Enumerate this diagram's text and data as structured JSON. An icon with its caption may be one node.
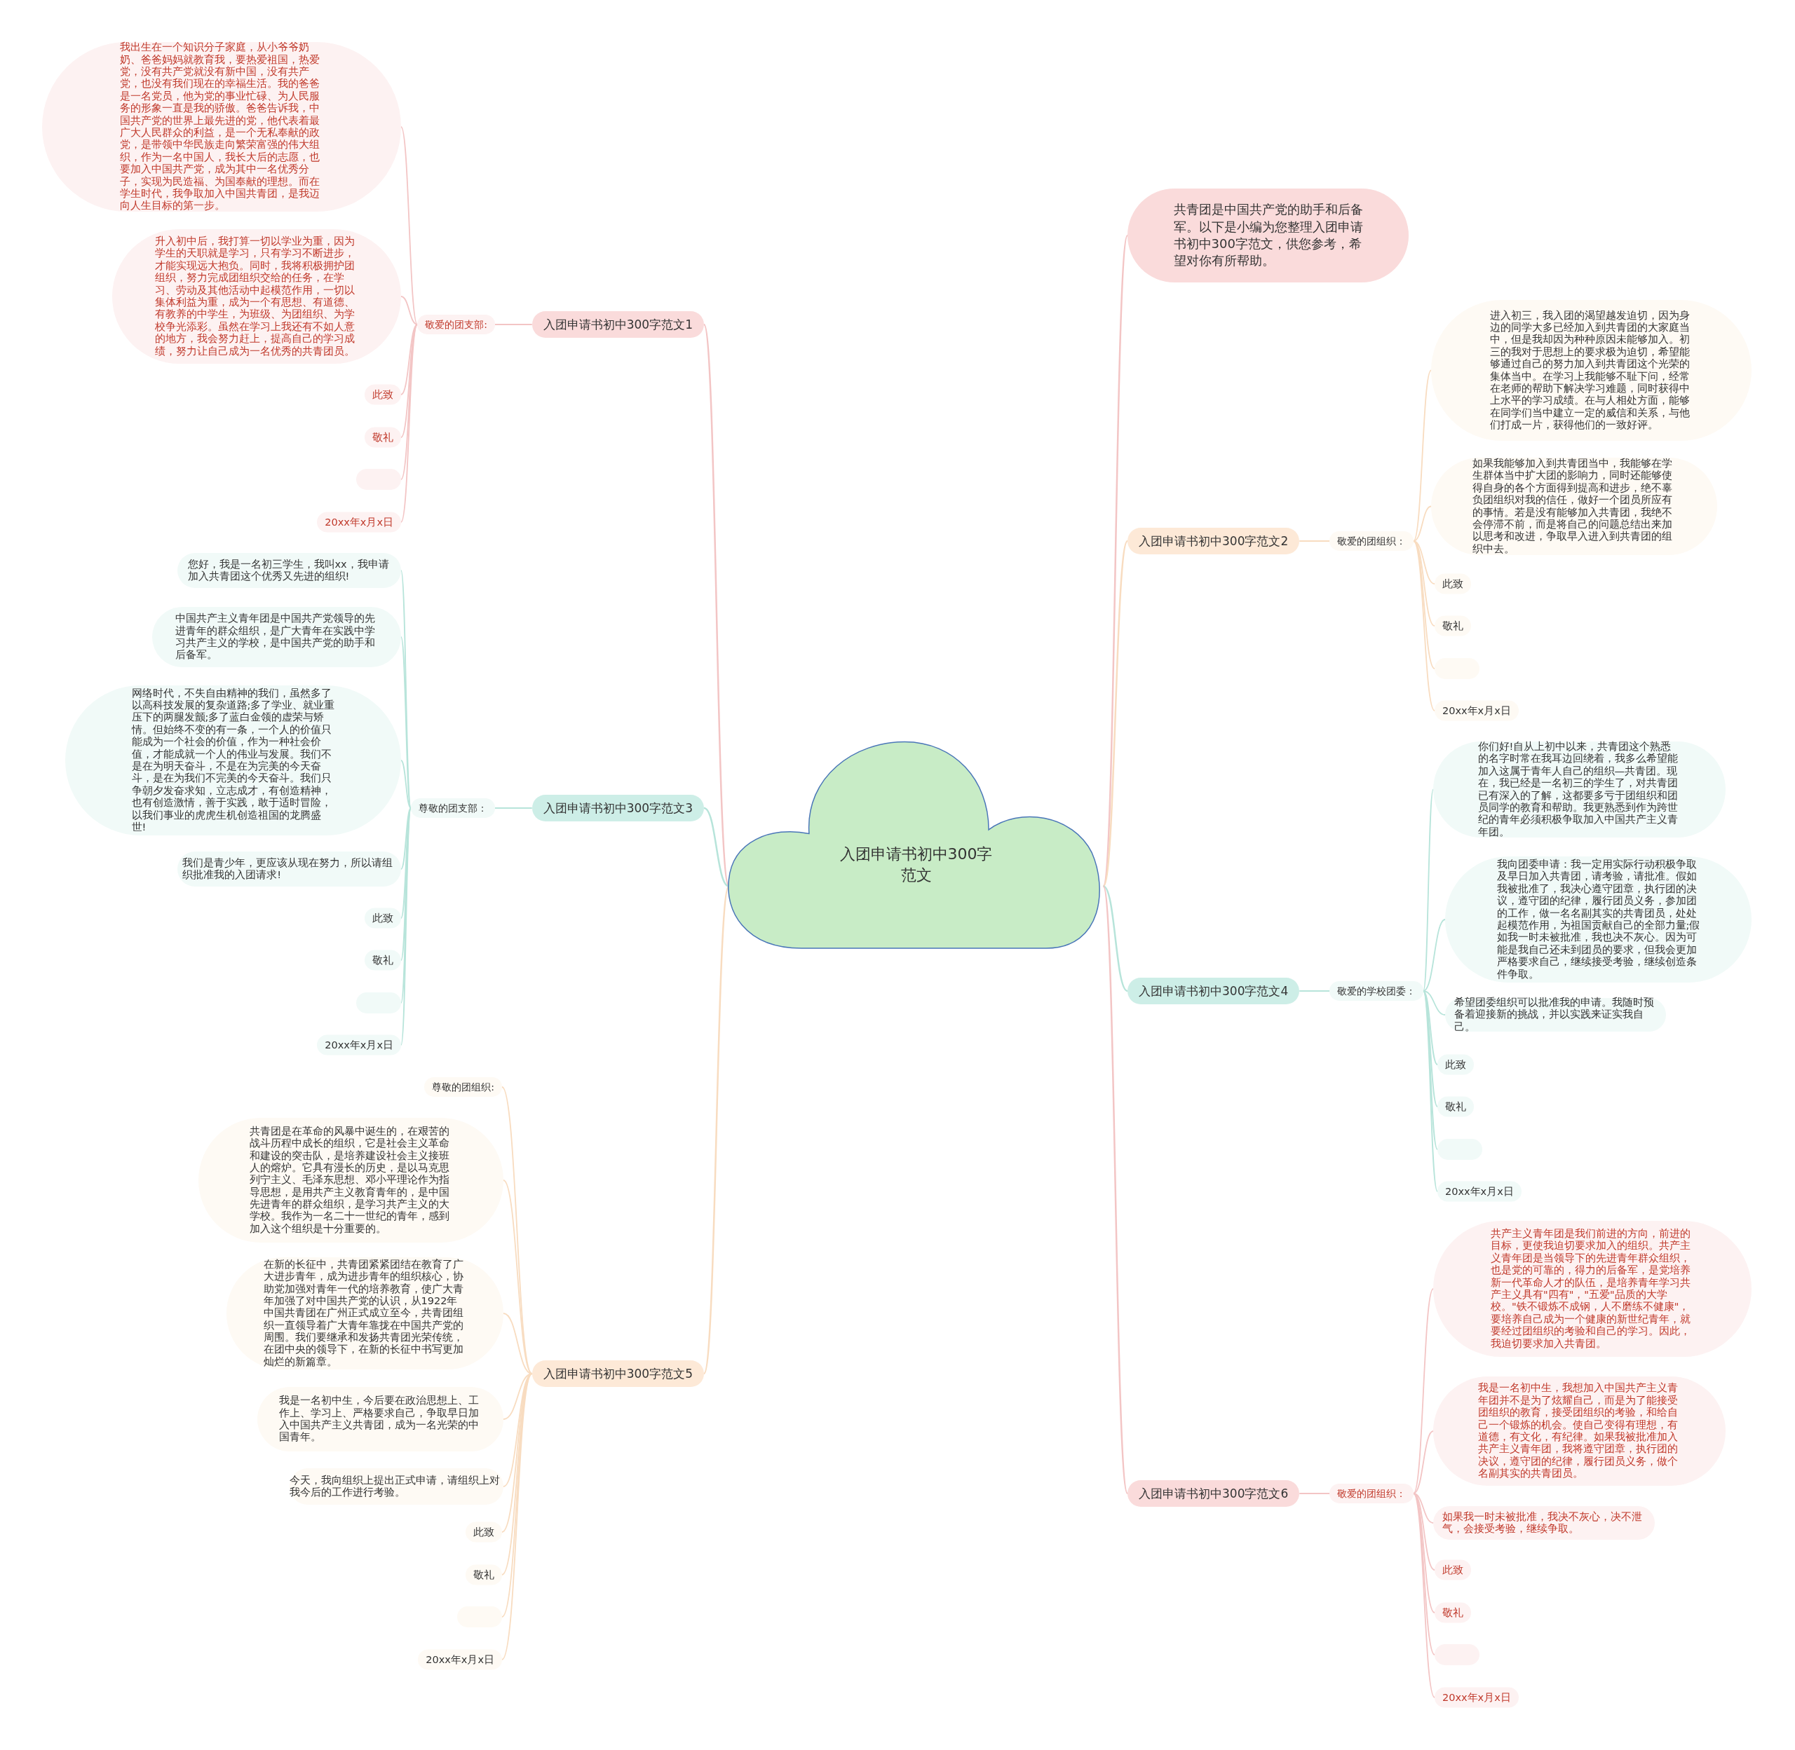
{
  "diagram": {
    "nodes": [
      {
        "text": [
          "入团申请书初中300字范文"
        ]
      },
      {
        "text": [
          "共青团是中国共产党的助手和后备军。以下是小编为您整理入团申请书初中300字范文，供您参考，希望对你有所帮助。"
        ]
      },
      {
        "text": [
          "入团申请书初中300字范文1"
        ]
      },
      {
        "text": [
          "敬爱的团支部:"
        ]
      },
      {
        "text": [
          "我出生在一个知识分子家庭，从小爷爷奶奶、爸爸妈妈就教育我，要热爱祖国，热爱党，没有共产党就没有新中国，没有共产党，也没有我们现在的幸福生活。我的爸爸是一名党员，他为党的事业忙碌、为人民服务的形象一直是我的骄傲。爸爸告诉我，中国共产党的世界上最先进的党，他代表着最广大人民群众的利益，是一个无私奉献的政党，是带领中华民族走向繁荣富强的伟大组织，作为一名中国人，我长大后的志愿，也要加入中国共产党，成为其中一名优秀分子，实现为民造福、为国奉献的理想。而在学生时代，我争取加入中国共青团，是我迈向人生目标的第一步。"
        ]
      },
      {
        "text": [
          "升入初中后，我打算一切以学业为重，因为学生的天职就是学习，只有学习不断进步，才能实现远大抱负。同时，我将积极拥护团组织，努力完成团组织交给的任务，在学习、劳动及其他活动中起模范作用，一切以集体利益为重，成为一个有思想、有道德、有教养的中学生，为班级、为团组织、为学校争光添彩。虽然在学习上我还有不如人意的地方，我会努力赶上，提高自己的学习成绩，努力让自己成为一名优秀的共青团员。"
        ]
      },
      {
        "text": [
          "此致"
        ]
      },
      {
        "text": [
          "敬礼"
        ]
      },
      {
        "text": [],
        "shape": "box"
      },
      {
        "text": [
          "20xx年x月x日"
        ]
      },
      {
        "text": [
          "入团申请书初中300字范文2"
        ]
      },
      {
        "text": [
          "敬爱的团组织："
        ]
      },
      {
        "text": [
          "进入初三，我入团的渴望越发迫切，因为身边的同学大多已经加入到共青团的大家庭当中，但是我却因为种种原因未能够加入。初三的我对于思想上的要求极为迫切，希望能够通过自己的努力加入到共青团这个光荣的集体当中。在学习上我能够不耻下问，经常在老师的帮助下解决学习难题，同时获得中上水平的学习成绩。在与人相处方面，能够在同学们当中建立一定的威信和关系，与他们打成一片，获得他们的一致好评。"
        ]
      },
      {
        "text": [
          "如果我能够加入到共青团当中，我能够在学生群体当中扩大团的影响力，同时还能够使得自身的各个方面得到提高和进步，绝不辜负团组织对我的信任，做好一个团员所应有的事情。若是没有能够加入共青团，我绝不会停滞不前，而是将自己的问题总结出来加以思考和改进，争取早入进入到共青团的组织中去。"
        ]
      },
      {
        "text": [
          "此致"
        ]
      },
      {
        "text": [
          "敬礼"
        ]
      },
      {
        "text": [],
        "shape": "box"
      },
      {
        "text": [
          "20xx年x月x日"
        ]
      },
      {
        "text": [
          "入团申请书初中300字范文3"
        ]
      },
      {
        "text": [
          "尊敬的团支部："
        ]
      },
      {
        "text": [
          "您好，我是一名初三学生，我叫xx，我申请加入共青团这个优秀又先进的组织!"
        ]
      },
      {
        "text": [
          "中国共产主义青年团是中国共产党领导的先进青年的群众组织，是广大青年在实践中学习共产主义的学校，是中国共产党的助手和后备军。"
        ]
      },
      {
        "text": [
          "网络时代，不失自由精神的我们，虽然多了以高科技发展的复杂道路;多了学业、就业重压下的两腿发颤;多了蓝白金领的虚荣与矫情。但始终不变的有一条，一个人的价值只能成为一个社会的价值，作为一种社会价值，才能成就一个人的伟业与发展。我们不是在为明天奋斗，不是在为完美的今天奋斗，是在为我们不完美的今天奋斗。我们只争朝夕发奋求知，立志成才，有创造精神，也有创造激情，善于实践，敢于适时冒险，以我们事业的虎虎生机创造祖国的龙腾盛世!"
        ]
      },
      {
        "text": [
          "我们是青少年，更应该从现在努力，所以请组织批准我的入团请求!"
        ]
      },
      {
        "text": [
          "此致"
        ]
      },
      {
        "text": [
          "敬礼"
        ]
      },
      {
        "text": [],
        "shape": "box"
      },
      {
        "text": [
          "20xx年x月x日"
        ]
      },
      {
        "text": [
          "入团申请书初中300字范文4"
        ]
      },
      {
        "text": [
          "敬爱的学校团委："
        ]
      },
      {
        "text": [
          "你们好!自从上初中以来，共青团这个熟悉的名字时常在我耳边回绕着，我多么希望能加入这属于青年人自己的组织—共青团。现在，我已经是一名初三的学生了，对共青团已有深入的了解，这都要多亏于团组织和团员同学的教育和帮助。我更熟悉到作为跨世纪的青年必须积极争取加入中国共产主义青年团。"
        ]
      },
      {
        "text": [
          "我向团委申请：我一定用实际行动积极争取及早日加入共青团，请考验，请批准。假如我被批准了，我决心遵守团章，执行团的决议，遵守团的纪律，履行团员义务，参加团的工作，做一名名副其实的共青团员，处处起模范作用，为祖国贡献自己的全部力量;假如我一时未被批准，我也决不灰心。因为可能是我自己还未到团员的要求，但我会更加严格要求自己，继续接受考验，继续创造条件争取。"
        ]
      },
      {
        "text": [
          "希望团委组织可以批准我的申请。我随时预备着迎接新的挑战，并以实践来证实我自己。"
        ]
      },
      {
        "text": [
          "此致"
        ]
      },
      {
        "text": [
          "敬礼"
        ]
      },
      {
        "text": [],
        "shape": "box"
      },
      {
        "text": [
          "20xx年x月x日"
        ]
      },
      {
        "text": [
          "入团申请书初中300字范文5"
        ]
      },
      {
        "text": [
          "尊敬的团组织:"
        ]
      },
      {
        "text": [
          "共青团是在革命的风暴中诞生的，在艰苦的战斗历程中成长的组织，它是社会主义革命和建设的突击队，是培养建设社会主义接班人的熔炉。它具有漫长的历史，是以马克思列宁主义、毛泽东思想、邓小平理论作为指导思想，是用共产主义教育青年的，是中国先进青年的群众组织，是学习共产主义的大学校。我作为一名二十一世纪的青年，感到加入这个组织是十分重要的。"
        ]
      },
      {
        "text": [
          "在新的长征中，共青团紧紧团结在教育了广大进步青年，成为进步青年的组织核心，协助党加强对青年一代的培养教育，使广大青年加强了对中国共产党的认识，从1922年中国共青团在广州正式成立至今，共青团组织一直领导着广大青年靠拢在中国共产党的周围。我们要继承和发扬共青团光荣传统，在团中央的领导下，在新的长征中书写更加灿烂的新篇章。"
        ]
      },
      {
        "text": [
          "我是一名初中生，今后要在政治思想上、工作上、学习上、严格要求自己，争取早日加入中国共产主义共青团，成为一名光荣的中国青年。"
        ]
      },
      {
        "text": [
          "今天，我向组织上提出正式申请，请组织上对我今后的工作进行考验。"
        ]
      },
      {
        "text": [
          "此致"
        ]
      },
      {
        "text": [
          "敬礼"
        ]
      },
      {
        "text": [],
        "shape": "box"
      },
      {
        "text": [
          "20xx年x月x日"
        ]
      },
      {
        "text": [
          "入团申请书初中300字范文6"
        ]
      },
      {
        "text": [
          "敬爱的团组织："
        ]
      },
      {
        "text": [
          "共产主义青年团是我们前进的方向，前进的目标，更使我迫切要求加入的组织。共产主义青年团是当领导下的先进青年群众组织，也是党的可靠的，得力的后备军，是党培养新一代革命人才的队伍，是培养青年学习共产主义具有\"四有\"，\"五爱\"品质的大学校。\"铁不锻炼不成钢，人不磨练不健康\"，要培养自己成为一个健康的新世纪青年，就要经过团组织的考验和自己的学习。因此，我迫切要求加入共青团。"
        ]
      },
      {
        "text": [
          "我是一名初中生，我想加入中国共产主义青年团并不是为了炫耀自己，而是为了能接受团组织的教育，接受团组织的考验，和给自己一个锻炼的机会。使自己变得有理想，有道德，有文化，有纪律。如果我被批准加入共产主义青年团，我将遵守团章，执行团的决议，遵守团的纪律，履行团员义务，做个名副其实的共青团员。"
        ]
      },
      {
        "text": [
          "如果我一时未被批准，我决不灰心，决不泄气，会接受考验，继续争取。"
        ]
      },
      {
        "text": [
          "此致"
        ]
      },
      {
        "text": [
          "敬礼"
        ]
      },
      {
        "text": [],
        "shape": "box"
      },
      {
        "text": [
          "20xx年x月x日"
        ]
      }
    ],
    "edges": [
      {
        "from": 0,
        "to": 1,
        "arrow": "none",
        "color": "#f3c5c5"
      },
      {
        "from": 0,
        "to": 2,
        "arrow": "none",
        "color": "#f3c5c5"
      },
      {
        "from": 0,
        "to": 10,
        "arrow": "none",
        "color": "#f8dcc0"
      },
      {
        "from": 0,
        "to": 18,
        "arrow": "none",
        "color": "#b7e4da"
      },
      {
        "from": 0,
        "to": 28,
        "arrow": "none",
        "color": "#b7e4da"
      },
      {
        "from": 0,
        "to": 37,
        "arrow": "none",
        "color": "#f8dcc0"
      },
      {
        "from": 0,
        "to": 47,
        "arrow": "none",
        "color": "#f3c5c5"
      },
      {
        "from": 2,
        "to": 3,
        "arrow": "none",
        "color": "#f3c5c5"
      },
      {
        "from": 3,
        "to": 4,
        "arrow": "none",
        "color": "#f3c5c5"
      },
      {
        "from": 3,
        "to": 5,
        "arrow": "none",
        "color": "#f3c5c5"
      },
      {
        "from": 3,
        "to": 6,
        "arrow": "none",
        "color": "#f3c5c5"
      },
      {
        "from": 3,
        "to": 7,
        "arrow": "none",
        "color": "#f3c5c5"
      },
      {
        "from": 3,
        "to": 8,
        "arrow": "none",
        "color": "#f3c5c5"
      },
      {
        "from": 3,
        "to": 9,
        "arrow": "none",
        "color": "#f3c5c5"
      },
      {
        "from": 10,
        "to": 11,
        "arrow": "none",
        "color": "#f8dcc0"
      },
      {
        "from": 11,
        "to": 12,
        "arrow": "none",
        "color": "#f8dcc0"
      },
      {
        "from": 11,
        "to": 13,
        "arrow": "none",
        "color": "#f8dcc0"
      },
      {
        "from": 11,
        "to": 14,
        "arrow": "none",
        "color": "#f8dcc0"
      },
      {
        "from": 11,
        "to": 15,
        "arrow": "none",
        "color": "#f8dcc0"
      },
      {
        "from": 11,
        "to": 16,
        "arrow": "none",
        "color": "#f8dcc0"
      },
      {
        "from": 11,
        "to": 17,
        "arrow": "none",
        "color": "#f8dcc0"
      },
      {
        "from": 18,
        "to": 19,
        "arrow": "none",
        "color": "#b7e4da"
      },
      {
        "from": 19,
        "to": 20,
        "arrow": "none",
        "color": "#b7e4da"
      },
      {
        "from": 19,
        "to": 21,
        "arrow": "none",
        "color": "#b7e4da"
      },
      {
        "from": 19,
        "to": 22,
        "arrow": "none",
        "color": "#b7e4da"
      },
      {
        "from": 19,
        "to": 23,
        "arrow": "none",
        "color": "#b7e4da"
      },
      {
        "from": 19,
        "to": 24,
        "arrow": "none",
        "color": "#b7e4da"
      },
      {
        "from": 19,
        "to": 25,
        "arrow": "none",
        "color": "#b7e4da"
      },
      {
        "from": 19,
        "to": 26,
        "arrow": "none",
        "color": "#b7e4da"
      },
      {
        "from": 19,
        "to": 27,
        "arrow": "none",
        "color": "#b7e4da"
      },
      {
        "from": 28,
        "to": 29,
        "arrow": "none",
        "color": "#b7e4da"
      },
      {
        "from": 29,
        "to": 30,
        "arrow": "none",
        "color": "#b7e4da"
      },
      {
        "from": 29,
        "to": 31,
        "arrow": "none",
        "color": "#b7e4da"
      },
      {
        "from": 29,
        "to": 32,
        "arrow": "none",
        "color": "#b7e4da"
      },
      {
        "from": 29,
        "to": 33,
        "arrow": "none",
        "color": "#b7e4da"
      },
      {
        "from": 29,
        "to": 34,
        "arrow": "none",
        "color": "#b7e4da"
      },
      {
        "from": 29,
        "to": 35,
        "arrow": "none",
        "color": "#b7e4da"
      },
      {
        "from": 29,
        "to": 36,
        "arrow": "none",
        "color": "#b7e4da"
      },
      {
        "from": 37,
        "to": 38,
        "arrow": "none",
        "color": "#f8dcc0"
      },
      {
        "from": 37,
        "to": 39,
        "arrow": "none",
        "color": "#f8dcc0"
      },
      {
        "from": 37,
        "to": 40,
        "arrow": "none",
        "color": "#f8dcc0"
      },
      {
        "from": 37,
        "to": 41,
        "arrow": "none",
        "color": "#f8dcc0"
      },
      {
        "from": 37,
        "to": 42,
        "arrow": "none",
        "color": "#f8dcc0"
      },
      {
        "from": 37,
        "to": 43,
        "arrow": "none",
        "color": "#f8dcc0"
      },
      {
        "from": 37,
        "to": 44,
        "arrow": "none",
        "color": "#f8dcc0"
      },
      {
        "from": 37,
        "to": 45,
        "arrow": "none",
        "color": "#f8dcc0"
      },
      {
        "from": 37,
        "to": 46,
        "arrow": "none",
        "color": "#f8dcc0"
      },
      {
        "from": 47,
        "to": 48,
        "arrow": "none",
        "color": "#f3c5c5"
      },
      {
        "from": 48,
        "to": 49,
        "arrow": "none",
        "color": "#f3c5c5"
      },
      {
        "from": 48,
        "to": 50,
        "arrow": "none",
        "color": "#f3c5c5"
      },
      {
        "from": 48,
        "to": 51,
        "arrow": "none",
        "color": "#f3c5c5"
      },
      {
        "from": 48,
        "to": 52,
        "arrow": "none",
        "color": "#f3c5c5"
      },
      {
        "from": 48,
        "to": 53,
        "arrow": "none",
        "color": "#f3c5c5"
      },
      {
        "from": 48,
        "to": 54,
        "arrow": "none",
        "color": "#f3c5c5"
      },
      {
        "from": 48,
        "to": 55,
        "arrow": "none",
        "color": "#f3c5c5"
      }
    ]
  }
}
